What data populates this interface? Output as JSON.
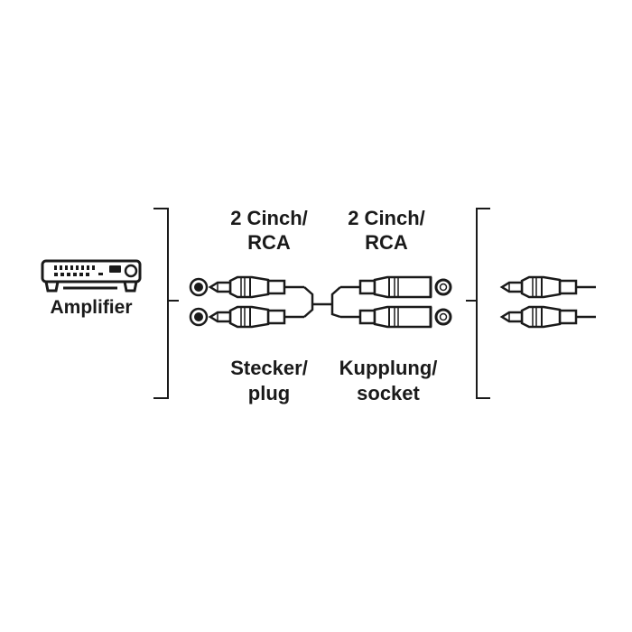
{
  "diagram": {
    "amplifier": {
      "label": "Amplifier",
      "icon": "amplifier-icon"
    },
    "plug_side": {
      "top_line1": "2 Cinch/",
      "top_line2": "RCA",
      "bottom_line1": "Stecker/",
      "bottom_line2": "plug",
      "icon": "rca-plug-icon"
    },
    "socket_side": {
      "top_line1": "2 Cinch/",
      "top_line2": "RCA",
      "bottom_line1": "Kupplung/",
      "bottom_line2": "socket",
      "icon": "rca-socket-icon"
    },
    "ink_color": "#1a1a1a"
  }
}
